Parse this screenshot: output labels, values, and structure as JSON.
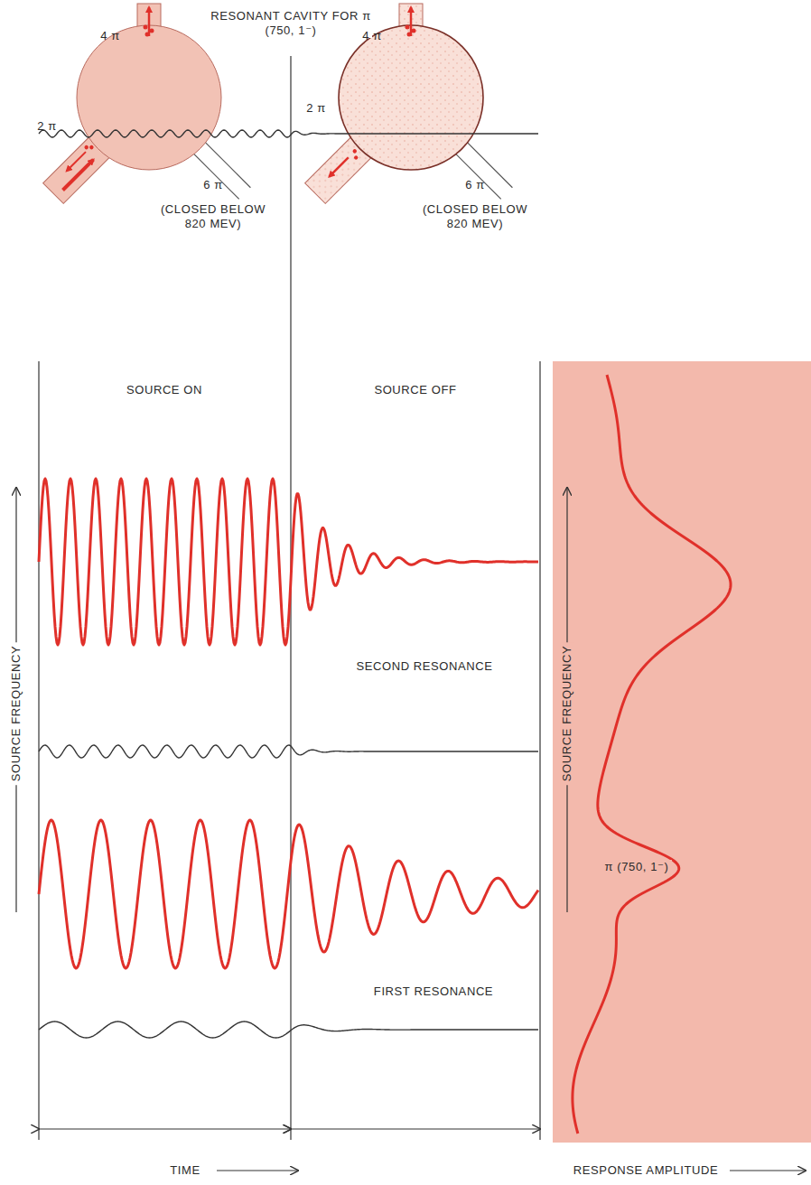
{
  "diagram": {
    "title": "RESONANT CAVITY FOR π (750, 1⁻)",
    "labels": [
      "4 π",
      "2 π",
      "6 π",
      "(CLOSED BELOW 820 MEV)",
      "4 π",
      "2 π",
      "6 π",
      "(CLOSED BELOW 820 MEV)",
      "SOURCE ON",
      "SOURCE OFF",
      "SECOND RESONANCE",
      "FIRST RESONANCE",
      "SOURCE FREQUENCY",
      "SOURCE FREQUENCY",
      "TIME",
      "RESPONSE AMPLITUDE",
      "π (750, 1⁻)"
    ]
  }
}
